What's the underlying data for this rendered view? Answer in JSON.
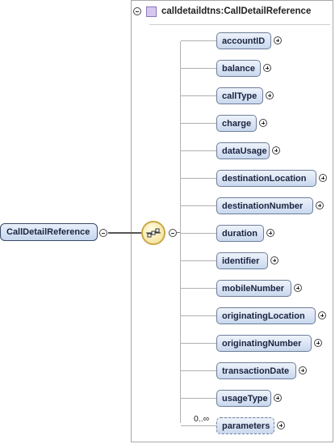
{
  "type_header": {
    "label": "calldetaildtns:CallDetailReference",
    "icon": "complex-type-icon"
  },
  "root_element": {
    "label": "CallDetailReference"
  },
  "compositor": {
    "kind": "sequence",
    "icon": "sequence-compositor-icon"
  },
  "children": [
    {
      "label": "accountID"
    },
    {
      "label": "balance"
    },
    {
      "label": "callType"
    },
    {
      "label": "charge"
    },
    {
      "label": "dataUsage"
    },
    {
      "label": "destinationLocation"
    },
    {
      "label": "destinationNumber"
    },
    {
      "label": "duration"
    },
    {
      "label": "identifier"
    },
    {
      "label": "mobileNumber"
    },
    {
      "label": "originatingLocation"
    },
    {
      "label": "originatingNumber"
    },
    {
      "label": "transactionDate"
    },
    {
      "label": "usageType"
    },
    {
      "label": "parameters",
      "occurs": "0..∞"
    }
  ]
}
